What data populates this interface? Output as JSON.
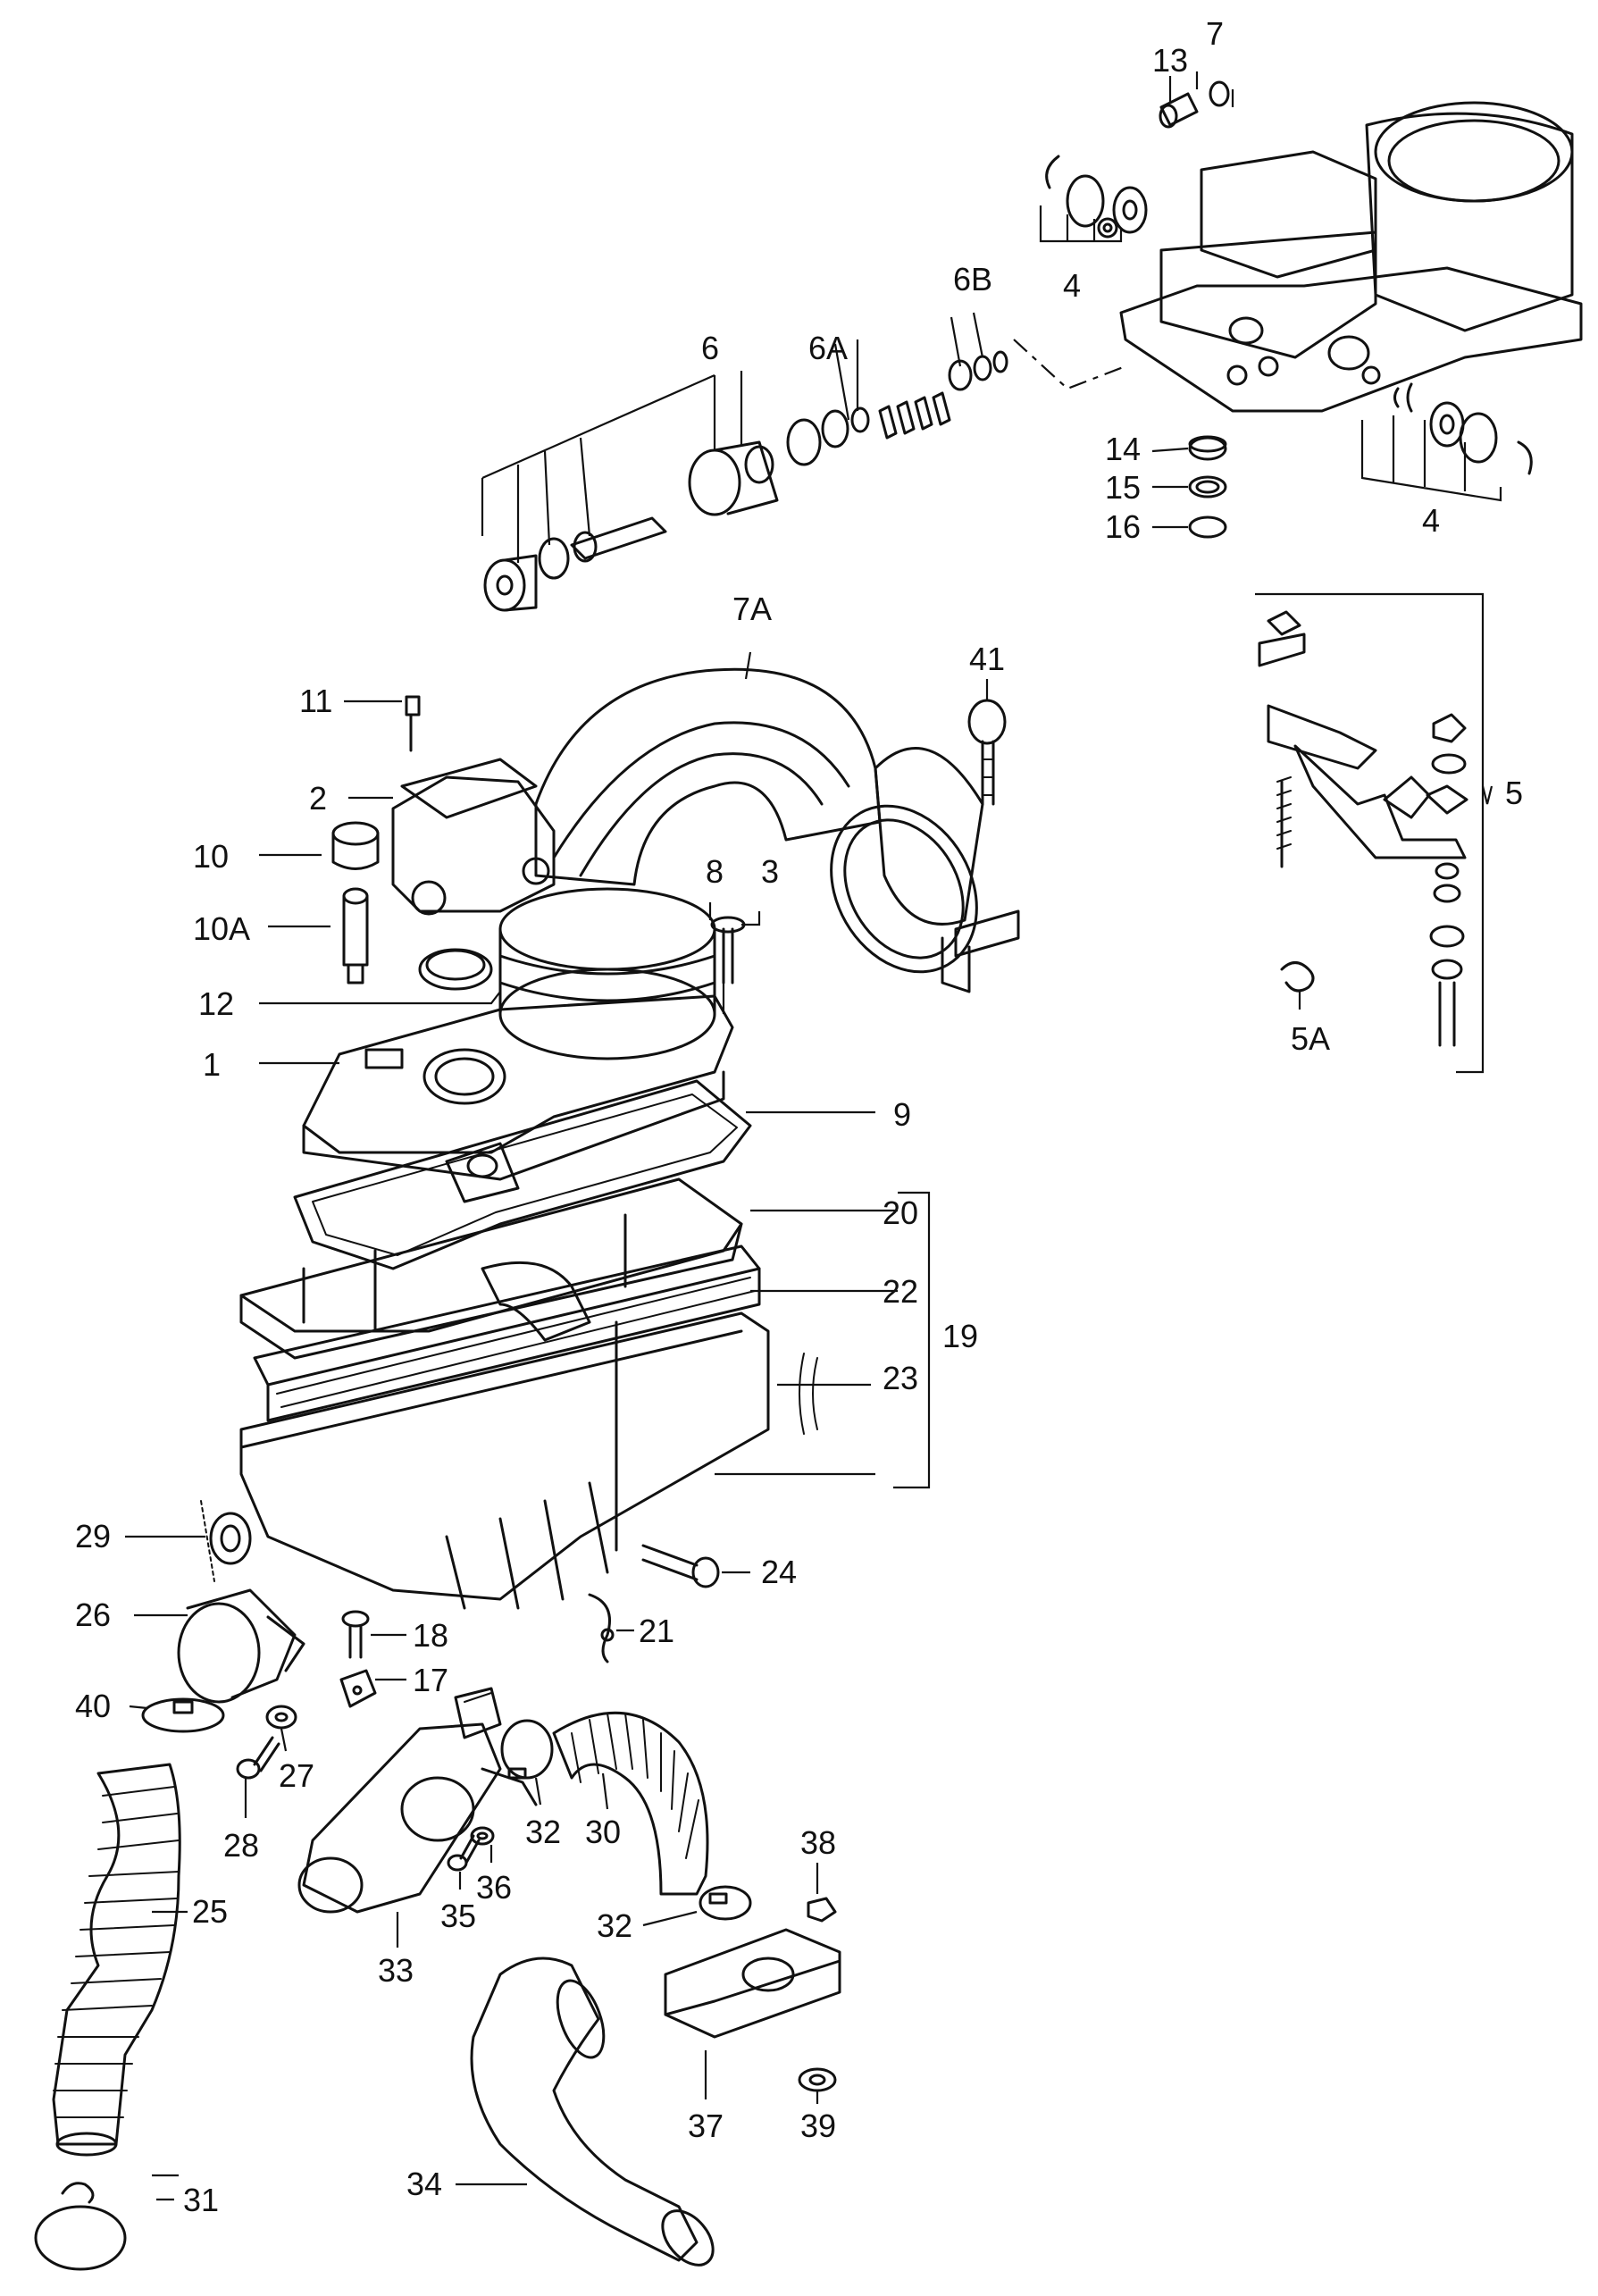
{
  "diagram": {
    "callouts": {
      "c1": "1",
      "c2": "2",
      "c3": "3",
      "c4a": "4",
      "c4b": "4",
      "c5": "5",
      "c5A": "5A",
      "c6": "6",
      "c6A": "6A",
      "c6B": "6B",
      "c7": "7",
      "c7A": "7A",
      "c8": "8",
      "c9": "9",
      "c10": "10",
      "c10A": "10A",
      "c11": "11",
      "c12": "12",
      "c13": "13",
      "c14": "14",
      "c15": "15",
      "c16": "16",
      "c17": "17",
      "c18": "18",
      "c19": "19",
      "c20": "20",
      "c21": "21",
      "c22": "22",
      "c23": "23",
      "c24": "24",
      "c25": "25",
      "c26": "26",
      "c27": "27",
      "c28": "28",
      "c29": "29",
      "c30": "30",
      "c31": "31",
      "c32a": "32",
      "c32b": "32",
      "c33": "33",
      "c34": "34",
      "c35": "35",
      "c36": "36",
      "c37": "37",
      "c38": "38",
      "c39": "39",
      "c40": "40",
      "c41": "41"
    }
  }
}
